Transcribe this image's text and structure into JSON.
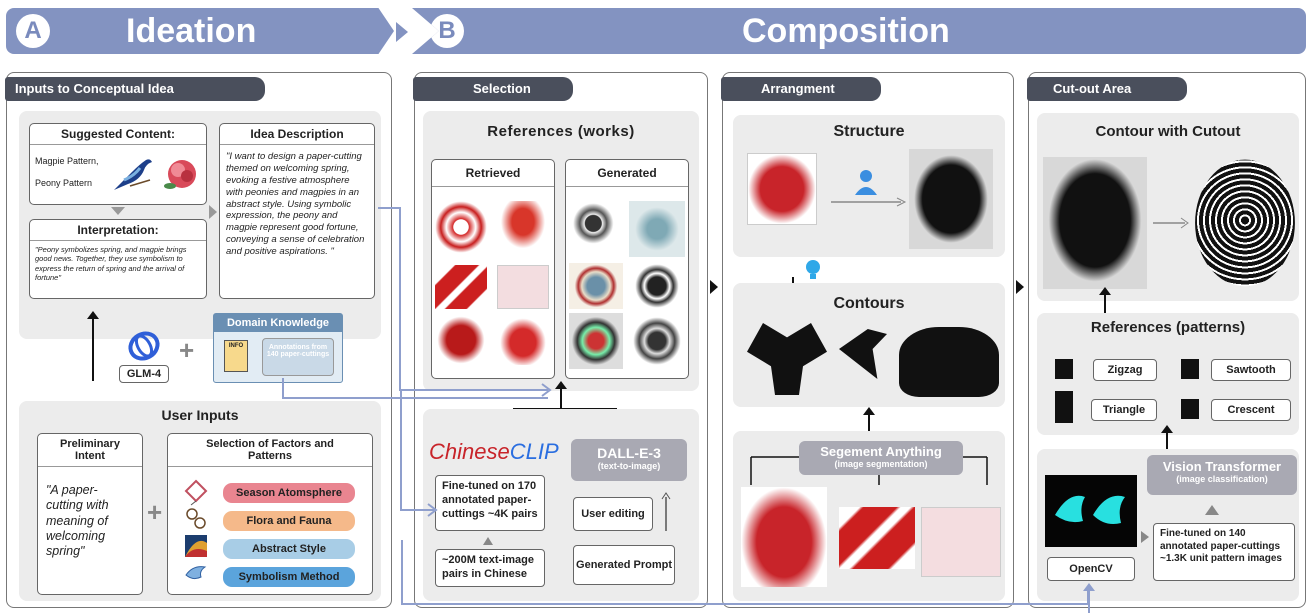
{
  "sections": {
    "a": {
      "letter": "A",
      "title": "Ideation"
    },
    "b": {
      "letter": "B",
      "title": "Composition"
    }
  },
  "inputs_panel": {
    "tab": "Inputs to Conceptual Idea",
    "suggested_content": {
      "title": "Suggested Content:",
      "items": [
        "Magpie Pattern,",
        "Peony Pattern"
      ]
    },
    "idea_description": {
      "title": "Idea Description",
      "text": "\"I want to design a paper-cutting themed on welcoming spring, evoking a festive atmosphere with peonies and magpies in an abstract style. Using symbolic expression, the peony and magpie represent good fortune, conveying a sense of celebration and positive aspirations. \""
    },
    "interpretation": {
      "title": "Interpretation:",
      "text": "\"Peony symbolizes spring, and magpie brings good news. Together, they use symbolism to express the return of spring and the arrival of fortune\""
    },
    "glm_label": "GLM-4",
    "domain_knowledge": {
      "title": "Domain Knowledge",
      "info": "INFO",
      "note": "Annotations from 140 paper-cuttings"
    },
    "user_inputs": {
      "title": "User Inputs",
      "preliminary": {
        "title": "Preliminary Intent",
        "text": "\"A paper-cutting with meaning of welcoming spring\""
      },
      "selection": {
        "title": "Selection of Factors and Patterns",
        "factors": [
          "Season Atomsphere",
          "Flora and Fauna",
          "Abstract Style",
          "Symbolism Method"
        ]
      }
    }
  },
  "selection_panel": {
    "tab": "Selection",
    "references_title": "References (works)",
    "retrieved": "Retrieved",
    "generated": "Generated",
    "chinese_clip": {
      "part1": "Chinese",
      "part2": "CLIP"
    },
    "dalle": {
      "title": "DALL-E-3",
      "sub": "(text-to-image)"
    },
    "finetuned": "Fine-tuned on 170 annotated paper-cuttings ~4K pairs",
    "pairs": "~200M text-image pairs in Chinese",
    "user_editing": "User editing",
    "generated_prompt": "Generated Prompt"
  },
  "arrangement_panel": {
    "tab": "Arrangment",
    "structure": "Structure",
    "contours": "Contours",
    "segment_title": "Segement Anything",
    "segment_sub": "(image segmentation)"
  },
  "cutout_panel": {
    "tab": "Cut-out Area",
    "contour_title": "Contour with Cutout",
    "patterns_title": "References (patterns)",
    "patterns": [
      "Zigzag",
      "Sawtooth",
      "Triangle",
      "Crescent"
    ],
    "vit_title": "Vision Transformer",
    "vit_sub": "(image classification)",
    "finetuned": "Fine-tuned on 140 annotated paper-cuttings ~1.3K unit pattern images",
    "opencv": "OpenCV"
  },
  "colors": {
    "banner": "#8393c1",
    "season": "#e98590",
    "flora": "#f5b98a",
    "abstract": "#a8cde6",
    "symbolism": "#5ba4dc",
    "red": "#c8242a",
    "link": "#8f9fcd"
  },
  "icons": [
    "magpie-icon",
    "peony-icon",
    "glm-logo-icon",
    "info-icon",
    "kite-icon",
    "flower-icon",
    "abstract-icon",
    "bird-icon",
    "user-icon",
    "bulb-icon"
  ]
}
